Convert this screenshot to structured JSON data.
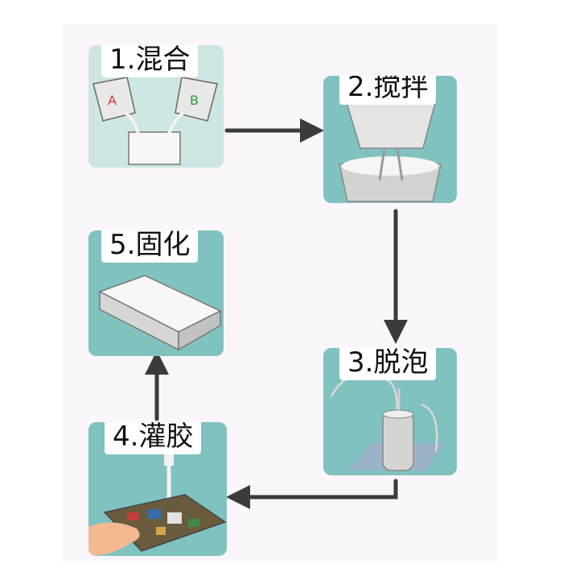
{
  "steps": [
    {
      "label": "1.混合",
      "cup_a": "A",
      "cup_b": "B"
    },
    {
      "label": "2.搅拌"
    },
    {
      "label": "3.脱泡"
    },
    {
      "label": "4.灌胶"
    },
    {
      "label": "5.固化"
    }
  ],
  "colors": {
    "panel": "#7fc2c0",
    "panel_light": "#bfe0dd",
    "arrow": "#3b3b3b",
    "metal": "#d9d9d6",
    "pcb": "#7a6a4a",
    "hand": "#f4b990",
    "tray": "#e7e7e5"
  },
  "connections": [
    {
      "from": "1.混合",
      "to": "2.搅拌"
    },
    {
      "from": "2.搅拌",
      "to": "3.脱泡"
    },
    {
      "from": "3.脱泡",
      "to": "4.灌胶"
    },
    {
      "from": "4.灌胶",
      "to": "5.固化"
    }
  ]
}
